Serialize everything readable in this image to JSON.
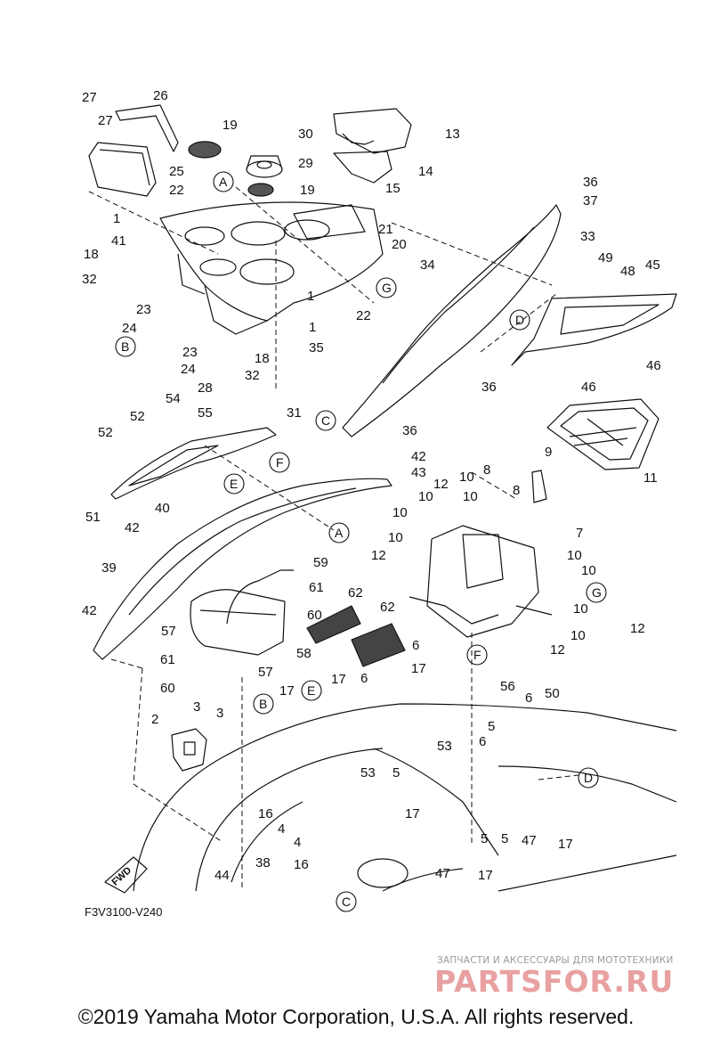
{
  "callouts": {
    "p1": "1",
    "p2": "2",
    "p3": "3",
    "p4": "4",
    "p5": "5",
    "p6": "6",
    "p7": "7",
    "p8": "8",
    "p9": "9",
    "p10": "10",
    "p11": "11",
    "p12": "12",
    "p13": "13",
    "p14": "14",
    "p15": "15",
    "p16": "16",
    "p17": "17",
    "p18": "18",
    "p19": "19",
    "p20": "20",
    "p21": "21",
    "p22": "22",
    "p23": "23",
    "p24": "24",
    "p25": "25",
    "p26": "26",
    "p27": "27",
    "p28": "28",
    "p29": "29",
    "p30": "30",
    "p31": "31",
    "p32": "32",
    "p33": "33",
    "p34": "34",
    "p35": "35",
    "p36": "36",
    "p37": "37",
    "p38": "38",
    "p39": "39",
    "p40": "40",
    "p41": "41",
    "p42": "42",
    "p43": "43",
    "p44": "44",
    "p45": "45",
    "p46": "46",
    "p47": "47",
    "p48": "48",
    "p49": "49",
    "p50": "50",
    "p51": "51",
    "p52": "52",
    "p53": "53",
    "p54": "54",
    "p55": "55",
    "p56": "56",
    "p57": "57",
    "p58": "58",
    "p59": "59",
    "p60": "60",
    "p61": "61",
    "p62": "62"
  },
  "references": {
    "A": "A",
    "B": "B",
    "C": "C",
    "D": "D",
    "E": "E",
    "F": "F",
    "G": "G"
  },
  "fwd_label": "FWD",
  "diagram_code": "F3V3100-V240",
  "watermark": {
    "tagline": "ЗАПЧАСТИ И АКСЕССУАРЫ ДЛЯ МОТОТЕХНИКИ",
    "logo": "PARTSFOR.RU"
  },
  "copyright": "©2019 Yamaha Motor Corporation, U.S.A. All rights reserved.",
  "colors": {
    "line": "#111111",
    "watermark_red": "#e8a0a0",
    "watermark_gray": "#9a9a9a"
  }
}
